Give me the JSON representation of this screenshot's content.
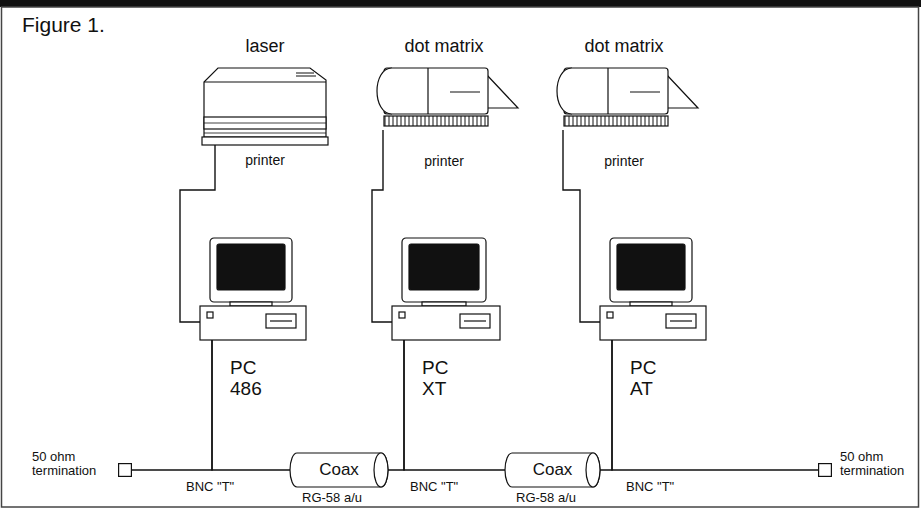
{
  "diagram": {
    "title": "Figure 1.",
    "nodes": [
      {
        "text": [
          "laser",
          "printer"
        ]
      },
      {
        "text": [
          "dot matrix",
          "printer"
        ]
      },
      {
        "text": [
          "dot matrix",
          "printer"
        ]
      },
      {
        "text": [
          "PC 486"
        ]
      },
      {
        "text": [
          "PC XT"
        ]
      },
      {
        "text": [
          "PC AT"
        ]
      },
      {
        "text": [
          "50 ohm termination"
        ]
      },
      {
        "text": [
          "Coax"
        ]
      },
      {
        "text": [
          "Coax"
        ]
      },
      {
        "text": [
          "50 ohm termination"
        ]
      }
    ],
    "edges": [
      {
        "from": 0,
        "to": 3,
        "arrow": "none"
      },
      {
        "from": 1,
        "to": 4,
        "arrow": "none"
      },
      {
        "from": 2,
        "to": 5,
        "arrow": "none"
      },
      {
        "from": 6,
        "to": 3,
        "arrow": "none"
      },
      {
        "from": 3,
        "to": 7,
        "arrow": "none"
      },
      {
        "from": 7,
        "to": 4,
        "arrow": "none"
      },
      {
        "from": 4,
        "to": 8,
        "arrow": "none"
      },
      {
        "from": 8,
        "to": 5,
        "arrow": "none"
      },
      {
        "from": 5,
        "to": 9,
        "arrow": "none"
      }
    ],
    "labels": [
      "BNC \"T\"",
      "RG-58 a/u",
      "BNC \"T\"",
      "RG-58 a/u",
      "BNC \"T\""
    ]
  }
}
